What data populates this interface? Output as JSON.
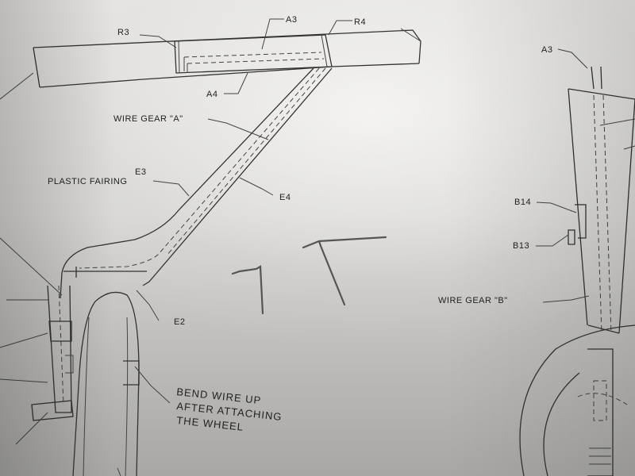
{
  "labels": {
    "r3": "R3",
    "a3_top": "A3",
    "r4": "R4",
    "a4": "A4",
    "wire_gear_a": "WIRE GEAR \"A\"",
    "e3": "E3",
    "plastic_fairing": "PLASTIC FAIRING",
    "e4": "E4",
    "e2": "E2",
    "bend_line1": "BEND WIRE UP",
    "bend_line2": "AFTER ATTACHING",
    "bend_line3": "THE WHEEL",
    "a3_right": "A3",
    "b14": "B14",
    "b13": "B13",
    "wire_gear_b": "WIRE GEAR \"B\""
  }
}
